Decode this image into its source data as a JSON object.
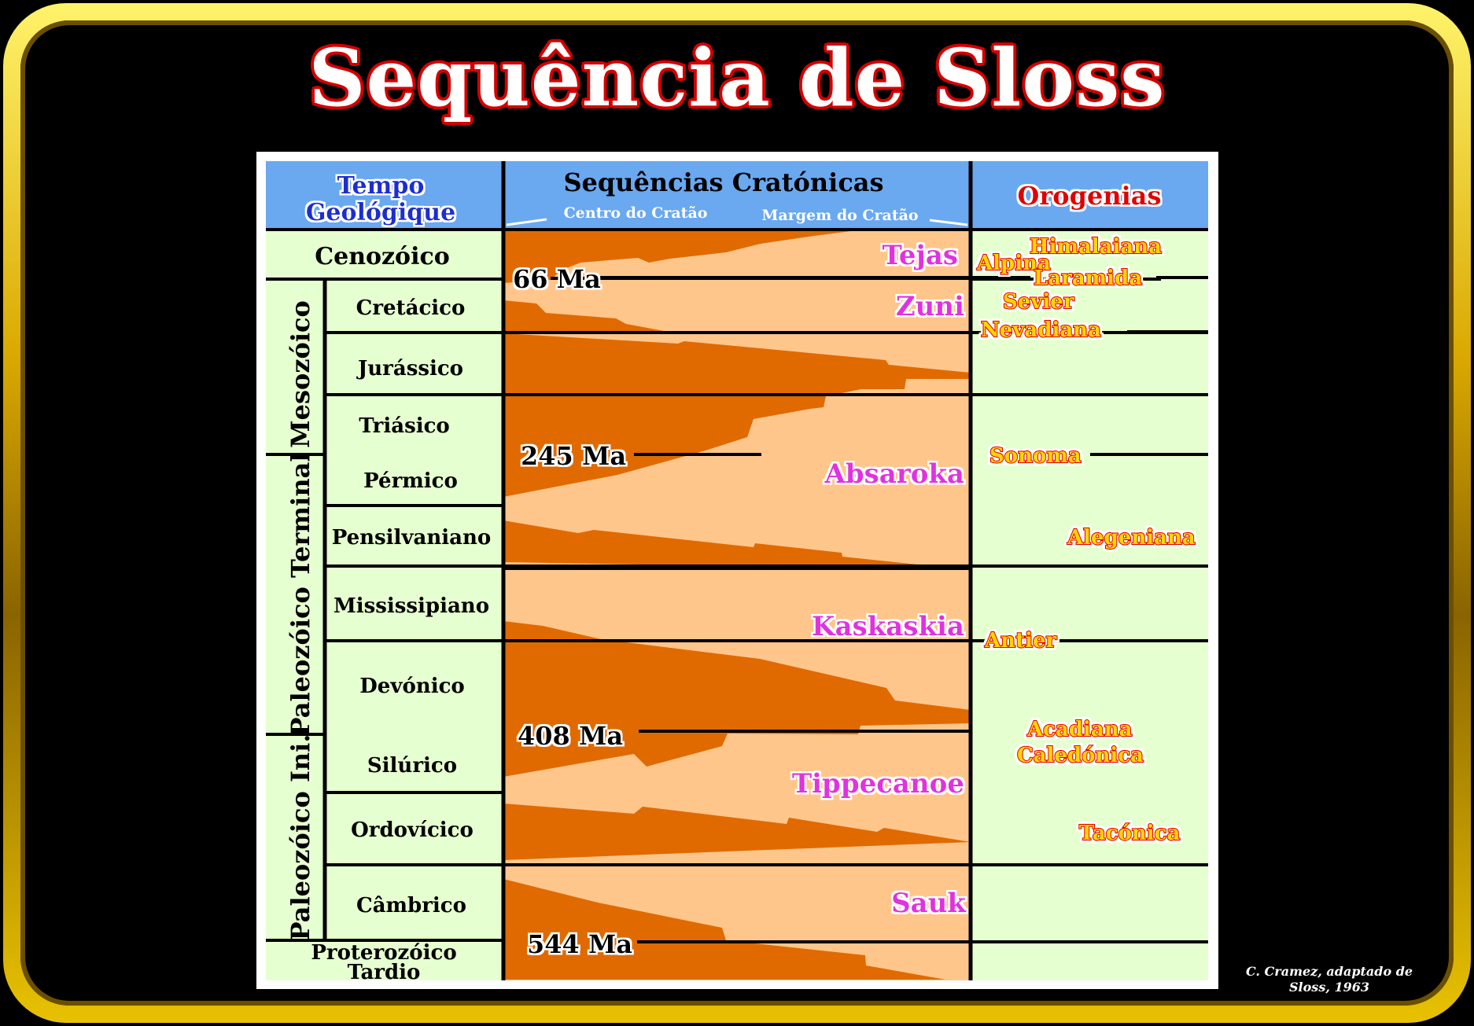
{
  "title": "Sequência de Sloss",
  "credit": "C. Cramez, adaptado de Sloss, 1963",
  "headers": {
    "tempo_line1": "Tempo",
    "tempo_line2": "Geológique",
    "sequencias": "Sequências Cratónicas",
    "centro": "Centro  do Cratão",
    "margem": "Margem  do Cratão",
    "orogenias": "Orogenias"
  },
  "eras": {
    "cenozoico": "Cenozóico",
    "mesozoico": "Mesozóico",
    "paleozoico_terminal": "Paleozóico Terminal",
    "paleozoico_inicial": "Paleozóico Ini.",
    "proterozoico_line1": "Proterozóico",
    "proterozoico_line2": "Tardio"
  },
  "periods": [
    "Cretácico",
    "Jurássico",
    "Triásico",
    "Pérmico",
    "Pensilvaniano",
    "Mississipiano",
    "Devónico",
    "Silúrico",
    "Ordovícico",
    "Câmbrico"
  ],
  "ages": [
    "66 Ma",
    "245 Ma",
    "408 Ma",
    "544 Ma"
  ],
  "sequences": [
    "Tejas",
    "Zuni",
    "Absaroka",
    "Kaskaskia",
    "Tippecanoe",
    "Sauk"
  ],
  "orogenies": [
    "Himalaiana",
    "Alpina",
    "Laramida",
    "Sevier",
    "Nevadiana",
    "Sonoma",
    "Alegeniana",
    "Antier",
    "Acadiana",
    "Caledónica",
    "Tacónica"
  ],
  "colors": {
    "header_blue": "#6aa8f0",
    "pale_green": "#e6ffd0",
    "dark_orange": "#e06a00",
    "light_orange": "#ffc68c",
    "sequence_magenta": "#e030e0",
    "orogeny_yellow": "#ffd500",
    "orogeny_red": "#e00000",
    "title_red": "#d40000"
  }
}
